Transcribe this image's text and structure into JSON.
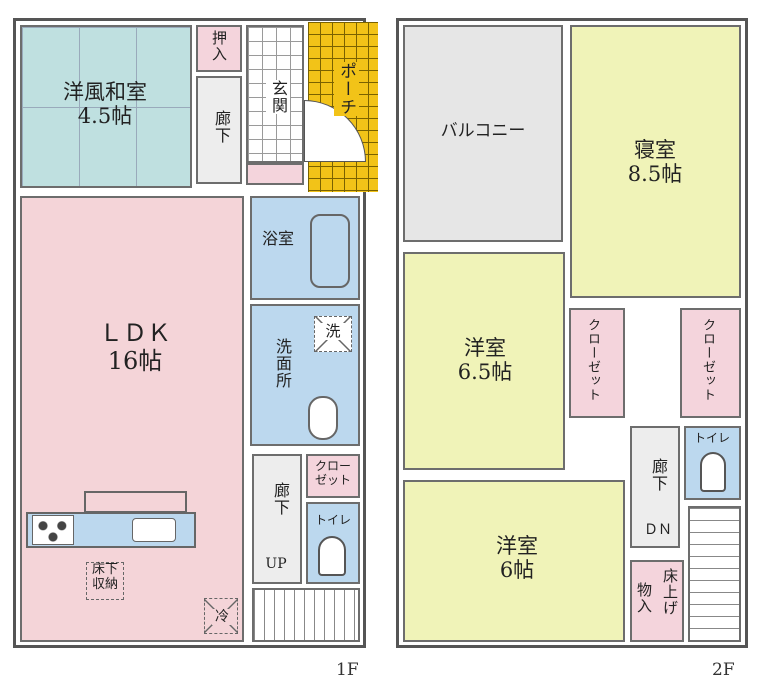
{
  "floor1": {
    "label": "1F",
    "rooms": {
      "yofu_washitsu": "洋風和室\n4.5帖",
      "oshiire": "押入",
      "roka_top": "廊下",
      "genkan": "玄関",
      "porch": "ポーチ",
      "yokushitsu": "浴室",
      "wash": "洗",
      "senmenjo": "洗面所",
      "ldk": "ＬＤＫ\n16帖",
      "closet": "クロー\nゼット",
      "roka_bottom": "廊下",
      "toilet": "トイレ",
      "up": "UP",
      "yukashita": "床下\n収納",
      "rei": "冷"
    }
  },
  "floor2": {
    "label": "2F",
    "rooms": {
      "balcony": "バルコニー",
      "shinshitsu": "寝室\n8.5帖",
      "yoshitsu_65": "洋室\n6.5帖",
      "closet_left": "クローゼット",
      "closet_right": "クローゼット",
      "yoshitsu_6": "洋室\n6帖",
      "roka": "廊下",
      "toilet": "トイレ",
      "dn": "ＤＮ",
      "yukaage": "床上げ",
      "mono": "物入"
    }
  },
  "colors": {
    "tatami": "#bfe0e0",
    "ldk": "#f4d4d8",
    "bath": "#bcd8ee",
    "bedroom": "#f0f3b8",
    "balcony": "#e6e6e6",
    "closet": "#f4d4dc",
    "porch": "#f2c318",
    "hall": "#ededed"
  }
}
